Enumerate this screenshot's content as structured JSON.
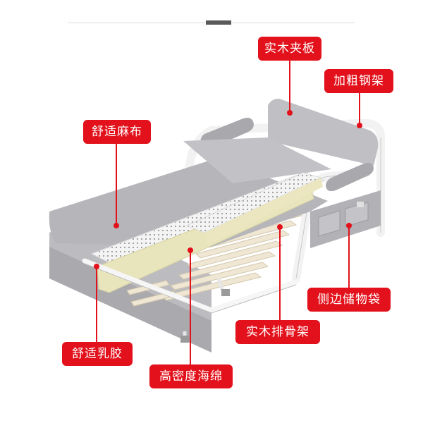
{
  "callouts": {
    "solid_wood_splint": "实木夹板",
    "thickened_steel_frame": "加粗钢架",
    "comfortable_linen": "舒适麻布",
    "side_storage_bag": "侧边储物袋",
    "solid_wood_slats": "实木排骨架",
    "comfortable_latex": "舒适乳胶",
    "high_density_sponge": "高密度海绵"
  },
  "colors": {
    "callout_bg": "#e2111b",
    "fabric": "#b4b4b8",
    "frame": "#f4f4f4",
    "latex": "#e8e4bc",
    "slats": "#efe8d8"
  }
}
